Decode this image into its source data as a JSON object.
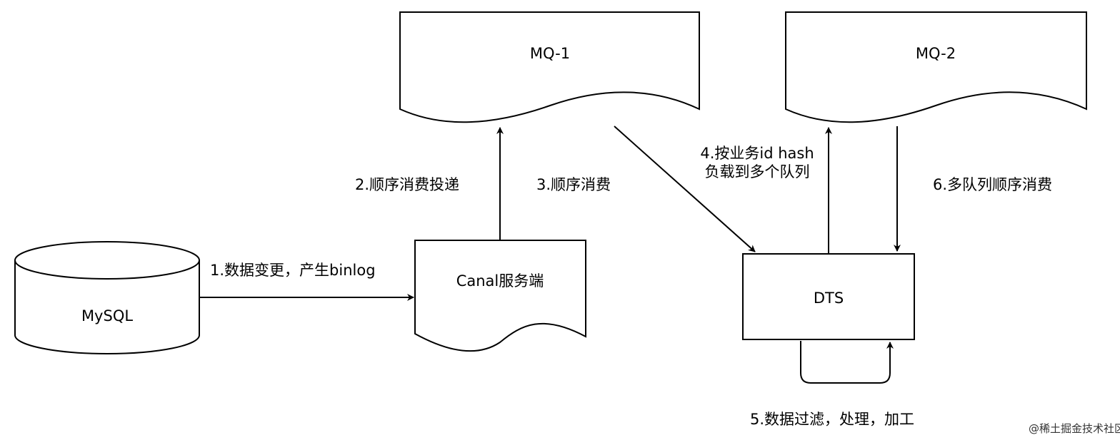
{
  "nodes": {
    "mysql": "MySQL",
    "canal": "Canal服务端",
    "mq1": "MQ-1",
    "mq2": "MQ-2",
    "dts": "DTS"
  },
  "edges": {
    "e1": "1.数据变更，产生binlog",
    "e2": "2.顺序消费投递",
    "e3": "3.顺序消费",
    "e4_line1": "4.按业务id hash",
    "e4_line2": "负载到多个队列",
    "e5": "5.数据过滤，处理，加工",
    "e6": "6.多队列顺序消费"
  },
  "watermark": "@稀土掘金技术社区",
  "colors": {
    "stroke": "#000000",
    "fill": "#ffffff"
  }
}
